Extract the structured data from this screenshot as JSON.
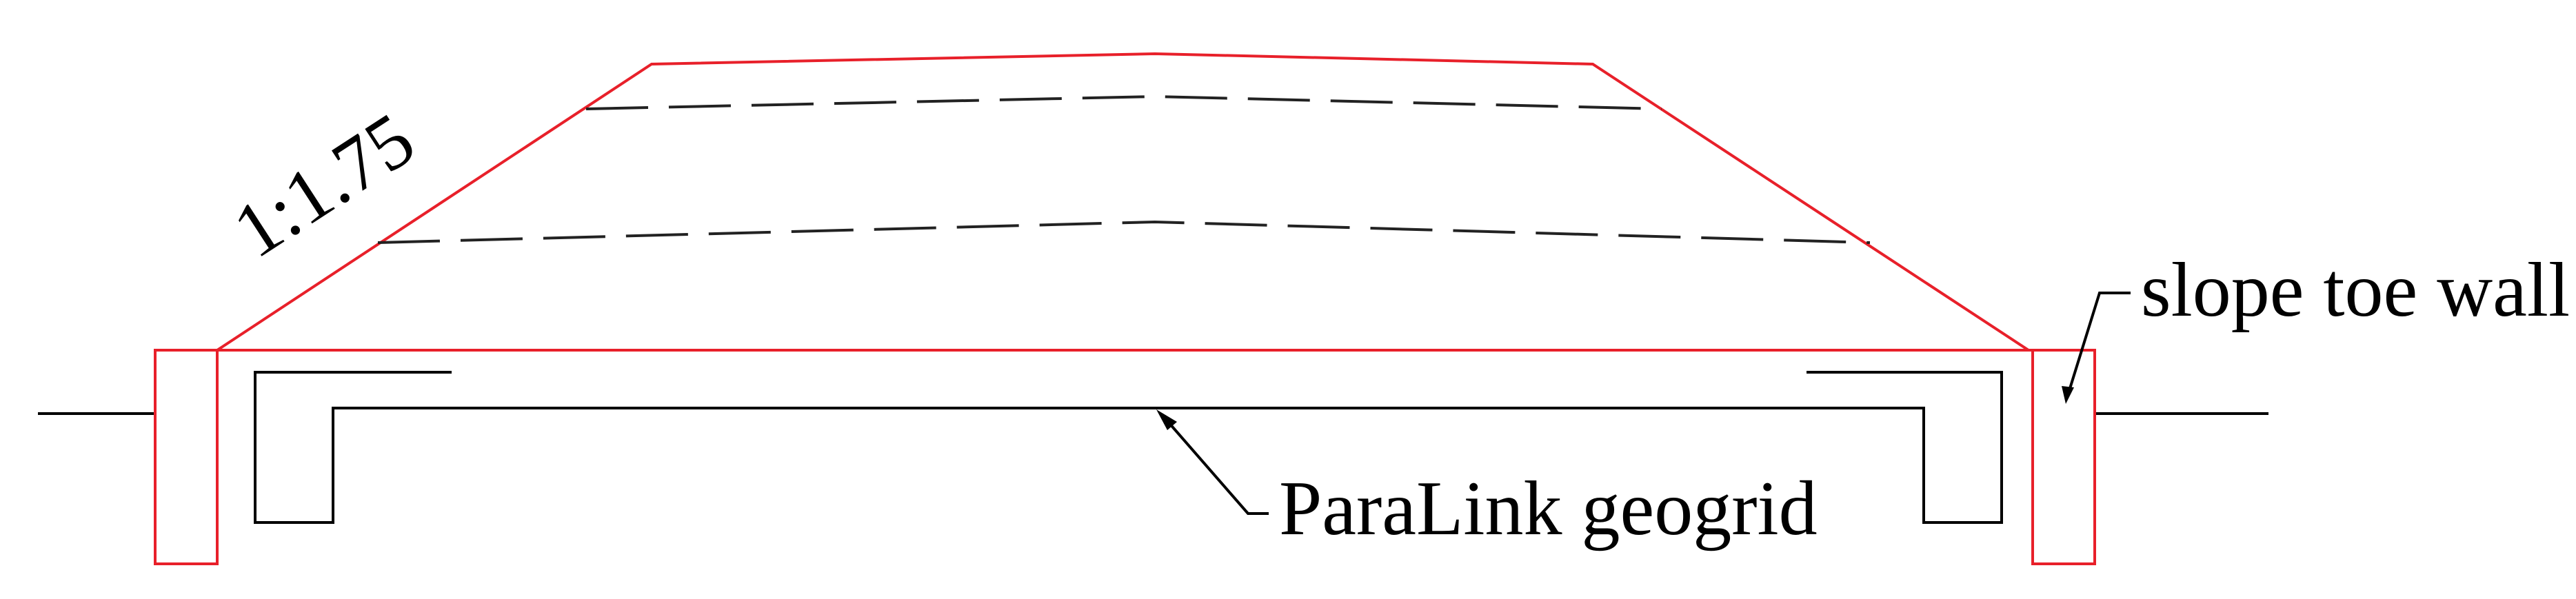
{
  "labels": {
    "slope_ratio": "1:1.75",
    "toe_wall": "slope toe wall",
    "geogrid": "ParaLink geogrid"
  },
  "colors": {
    "embankment_outline": "#e8202a",
    "line": "#000000",
    "dashed_layer": "#222222",
    "background": "#ffffff"
  }
}
